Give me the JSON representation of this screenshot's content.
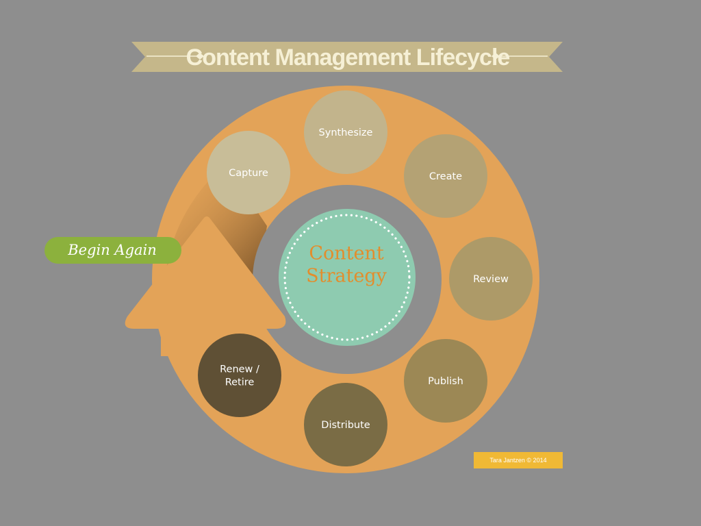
{
  "title": "Content Management Lifecycle",
  "center": {
    "lines": [
      "Content",
      "Strategy"
    ]
  },
  "stages": [
    {
      "lines": [
        "Synthesize"
      ]
    },
    {
      "lines": [
        "Create"
      ]
    },
    {
      "lines": [
        "Review"
      ]
    },
    {
      "lines": [
        "Publish"
      ]
    },
    {
      "lines": [
        "Distribute"
      ]
    },
    {
      "lines": [
        "Renew /",
        "Retire"
      ]
    },
    {
      "lines": [
        "Capture"
      ]
    }
  ],
  "begin_again": "Begin Again",
  "credit": "Tara Jantzen © 2014",
  "colors": {
    "background": "#8e8e8e",
    "ring": "#e3a358",
    "ring_shadow": "#6b4a25",
    "ribbon": "#c5b78a",
    "title": "#f6f0d6",
    "center_fill": "#8ecbb0",
    "center_text": "#e38d2c",
    "stage_text": "#ffffff",
    "begin_again_fill": "#8cb13d",
    "credit_fill": "#f0b935",
    "stage_fills": [
      "#c2b48c",
      "#b4a274",
      "#ad9a68",
      "#9c8855",
      "#7a6c45",
      "#5f5035",
      "#c8bd98"
    ]
  }
}
